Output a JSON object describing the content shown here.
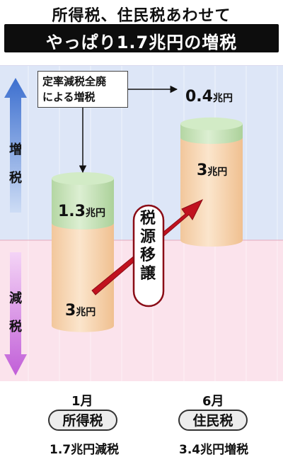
{
  "header": {
    "subtitle": "所得税、住民税あわせて",
    "title": "やっぱり1.7兆円の増税"
  },
  "annotation": {
    "legend_line1": "定率減税全廃",
    "legend_line2": "による増税",
    "transfer_chars": [
      "税",
      "源",
      "移",
      "譲"
    ]
  },
  "side_labels": {
    "up_chars": [
      "増",
      "税"
    ],
    "down_chars": [
      "減",
      "税"
    ]
  },
  "colors": {
    "increase_band": "#dde6f7",
    "decrease_band": "#fbe3ec",
    "green_segment": "#c9e3bd",
    "orange_segment": "#f8d9b8",
    "arrow_red": "#c1121f",
    "up_arrow": "#7fa1dd",
    "down_arrow": "#d59be6"
  },
  "chart_data": {
    "type": "bar",
    "unit": "兆円",
    "categories": [
      "1月",
      "6月"
    ],
    "series": [
      {
        "values": [
          3,
          3
        ]
      },
      {
        "values": [
          1.3,
          0.4
        ]
      }
    ],
    "segment_labels": {
      "jan_top": "1.3",
      "jan_bottom": "3",
      "jun_top": "0.4",
      "jun_bottom": "3"
    },
    "taxes": [
      "所得税",
      "住民税"
    ],
    "totals": [
      "1.7兆円減税",
      "3.4兆円増税"
    ]
  }
}
